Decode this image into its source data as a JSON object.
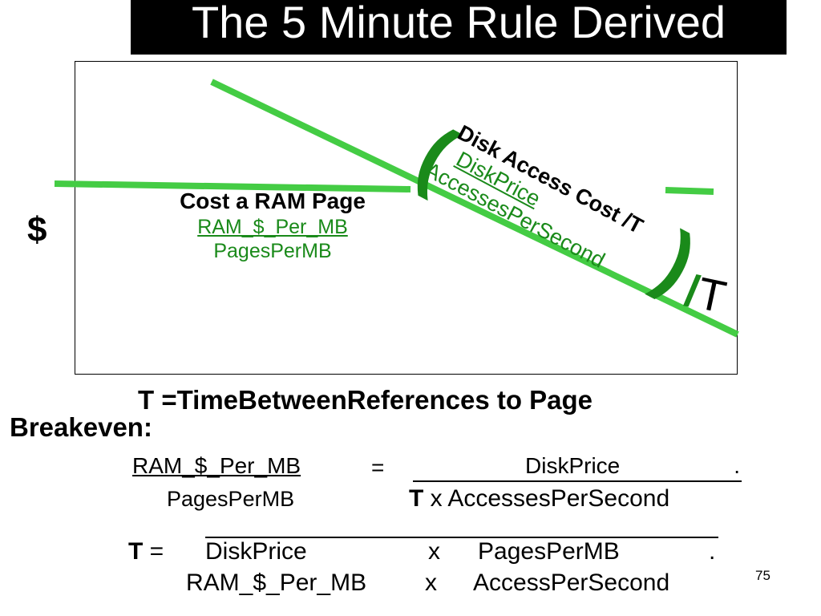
{
  "slide": {
    "title": "The 5 Minute Rule Derived",
    "page_number": "75"
  },
  "diagram": {
    "y_axis_label": "$",
    "ram_cost": {
      "title": "Cost a RAM Page",
      "numerator": "RAM_$_Per_MB",
      "denominator": "PagesPerMB"
    },
    "disk_cost": {
      "title": "Disk Access Cost /T",
      "numerator": "DiskPrice",
      "denominator": "AccessesPerSecond",
      "left_paren": "(",
      "right_paren": ")",
      "divisor_slash": "/",
      "divisor": "T"
    },
    "colors": {
      "line_green": "#44cc44",
      "text_green": "#1a8a1a"
    }
  },
  "definition": {
    "t_definition": "T =TimeBetweenReferences to Page",
    "breakeven_label": "Breakeven:"
  },
  "equation1": {
    "left_numerator": "RAM_$_Per_MB",
    "left_denominator": "PagesPerMB",
    "equals": "=",
    "right_numerator": "DiskPrice",
    "right_numerator_end": ".",
    "right_denominator_t": "T",
    "right_denominator_rest": " x AccessesPerSecond"
  },
  "equation2": {
    "lhs_t": "T",
    "lhs_equals": " =",
    "numerator_a": "DiskPrice",
    "numerator_x": "x",
    "numerator_b": "PagesPerMB",
    "numerator_end": ".",
    "denominator_a": "RAM_$_Per_MB",
    "denominator_x": "x",
    "denominator_b": "AccessPerSecond"
  }
}
